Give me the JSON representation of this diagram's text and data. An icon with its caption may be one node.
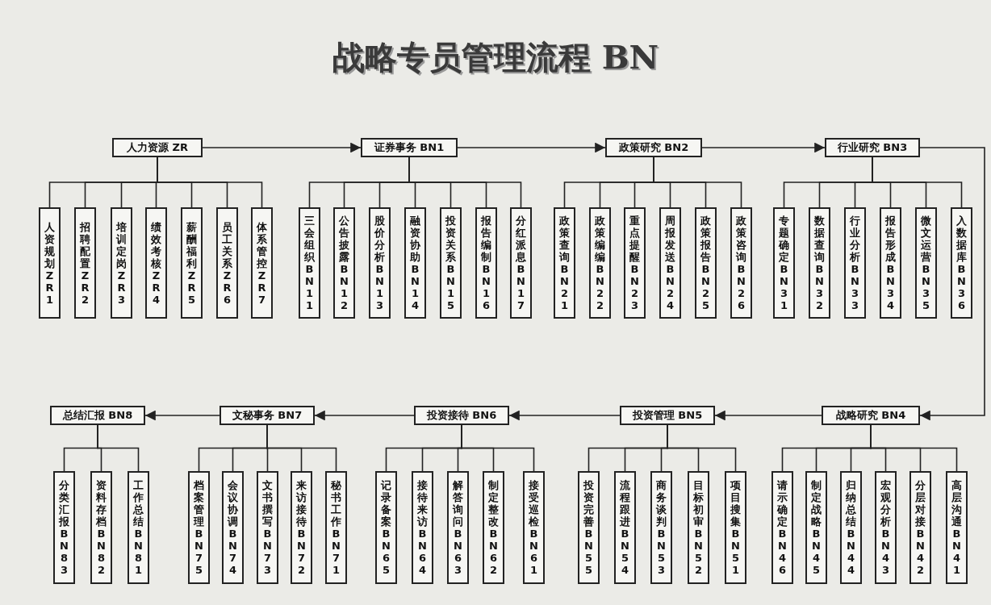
{
  "diagram": {
    "title": "战略专员管理流程 BN",
    "nodes": [
      {
        "text": [
          "人力资源 ZR"
        ]
      },
      {
        "text": [
          "证券事务 BN1"
        ]
      },
      {
        "text": [
          "政策研究 BN2"
        ]
      },
      {
        "text": [
          "行业研究 BN3"
        ]
      },
      {
        "text": [
          "人资规划 ZR1"
        ]
      },
      {
        "text": [
          "招聘配置 ZR2"
        ]
      },
      {
        "text": [
          "培训定岗 ZR3"
        ]
      },
      {
        "text": [
          "绩效考核 ZR4"
        ]
      },
      {
        "text": [
          "薪酬福利 ZR5"
        ]
      },
      {
        "text": [
          "员工关系 ZR6"
        ]
      },
      {
        "text": [
          "体系管控 ZR7"
        ]
      },
      {
        "text": [
          "三会组织 BN11"
        ]
      },
      {
        "text": [
          "公告披露 BN12"
        ]
      },
      {
        "text": [
          "股价分析 BN13"
        ]
      },
      {
        "text": [
          "融资协助 BN14"
        ]
      },
      {
        "text": [
          "投资关系 BN15"
        ]
      },
      {
        "text": [
          "报告编制 BN16"
        ]
      },
      {
        "text": [
          "分红派息 BN17"
        ]
      },
      {
        "text": [
          "政策查询 BN21"
        ]
      },
      {
        "text": [
          "政策编编 BN22"
        ]
      },
      {
        "text": [
          "重点提醒 BN23"
        ]
      },
      {
        "text": [
          "周报发送 BN24"
        ]
      },
      {
        "text": [
          "政策报告 BN25"
        ]
      },
      {
        "text": [
          "政策咨询 BN26"
        ]
      },
      {
        "text": [
          "专题确定 BN31"
        ]
      },
      {
        "text": [
          "数据查询 BN32"
        ]
      },
      {
        "text": [
          "行业分析 BN33"
        ]
      },
      {
        "text": [
          "报告形成 BN34"
        ]
      },
      {
        "text": [
          "微文运营 BN35"
        ]
      },
      {
        "text": [
          "入数据库 BN36"
        ]
      },
      {
        "text": [
          "总结汇报 BN8"
        ]
      },
      {
        "text": [
          "文秘事务 BN7"
        ]
      },
      {
        "text": [
          "投资接待 BN6"
        ]
      },
      {
        "text": [
          "投资管理 BN5"
        ]
      },
      {
        "text": [
          "战略研究 BN4"
        ]
      },
      {
        "text": [
          "分类汇报 BN83"
        ]
      },
      {
        "text": [
          "资料存档 BN82"
        ]
      },
      {
        "text": [
          "工作总结 BN81"
        ]
      },
      {
        "text": [
          "档案管理 BN75"
        ]
      },
      {
        "text": [
          "会议协调 BN74"
        ]
      },
      {
        "text": [
          "文书撰写 BN73"
        ]
      },
      {
        "text": [
          "来访接待 BN72"
        ]
      },
      {
        "text": [
          "秘书工作 BN71"
        ]
      },
      {
        "text": [
          "记录备案 BN65"
        ]
      },
      {
        "text": [
          "接待来访 BN64"
        ]
      },
      {
        "text": [
          "解答询问 BN63"
        ]
      },
      {
        "text": [
          "制定整改 BN62"
        ]
      },
      {
        "text": [
          "接受巡检 BN61"
        ]
      },
      {
        "text": [
          "投资完善 BN55"
        ]
      },
      {
        "text": [
          "流程跟进 BN54"
        ]
      },
      {
        "text": [
          "商务谈判 BN53"
        ]
      },
      {
        "text": [
          "目标初审 BN52"
        ]
      },
      {
        "text": [
          "项目搜集 BN51"
        ]
      },
      {
        "text": [
          "请示确定 BN46"
        ]
      },
      {
        "text": [
          "制定战略 BN45"
        ]
      },
      {
        "text": [
          "归纳总结 BN44"
        ]
      },
      {
        "text": [
          "宏观分析 BN43"
        ]
      },
      {
        "text": [
          "分层对接 BN42"
        ]
      },
      {
        "text": [
          "高层沟通 BN41"
        ]
      }
    ],
    "edges": [
      {
        "from": 0,
        "to": 1,
        "arrow": "to"
      },
      {
        "from": 1,
        "to": 2,
        "arrow": "to"
      },
      {
        "from": 2,
        "to": 3,
        "arrow": "to"
      },
      {
        "from": 3,
        "to": 34,
        "arrow": "to"
      },
      {
        "from": 34,
        "to": 33,
        "arrow": "to"
      },
      {
        "from": 33,
        "to": 32,
        "arrow": "to"
      },
      {
        "from": 32,
        "to": 31,
        "arrow": "to"
      },
      {
        "from": 31,
        "to": 30,
        "arrow": "to"
      },
      {
        "from": 0,
        "to": 4,
        "arrow": "none"
      },
      {
        "from": 0,
        "to": 5,
        "arrow": "none"
      },
      {
        "from": 0,
        "to": 6,
        "arrow": "none"
      },
      {
        "from": 0,
        "to": 7,
        "arrow": "none"
      },
      {
        "from": 0,
        "to": 8,
        "arrow": "none"
      },
      {
        "from": 0,
        "to": 9,
        "arrow": "none"
      },
      {
        "from": 0,
        "to": 10,
        "arrow": "none"
      },
      {
        "from": 1,
        "to": 11,
        "arrow": "none"
      },
      {
        "from": 1,
        "to": 12,
        "arrow": "none"
      },
      {
        "from": 1,
        "to": 13,
        "arrow": "none"
      },
      {
        "from": 1,
        "to": 14,
        "arrow": "none"
      },
      {
        "from": 1,
        "to": 15,
        "arrow": "none"
      },
      {
        "from": 1,
        "to": 16,
        "arrow": "none"
      },
      {
        "from": 1,
        "to": 17,
        "arrow": "none"
      },
      {
        "from": 2,
        "to": 18,
        "arrow": "none"
      },
      {
        "from": 2,
        "to": 19,
        "arrow": "none"
      },
      {
        "from": 2,
        "to": 20,
        "arrow": "none"
      },
      {
        "from": 2,
        "to": 21,
        "arrow": "none"
      },
      {
        "from": 2,
        "to": 22,
        "arrow": "none"
      },
      {
        "from": 2,
        "to": 23,
        "arrow": "none"
      },
      {
        "from": 3,
        "to": 24,
        "arrow": "none"
      },
      {
        "from": 3,
        "to": 25,
        "arrow": "none"
      },
      {
        "from": 3,
        "to": 26,
        "arrow": "none"
      },
      {
        "from": 3,
        "to": 27,
        "arrow": "none"
      },
      {
        "from": 3,
        "to": 28,
        "arrow": "none"
      },
      {
        "from": 3,
        "to": 29,
        "arrow": "none"
      },
      {
        "from": 30,
        "to": 35,
        "arrow": "none"
      },
      {
        "from": 30,
        "to": 36,
        "arrow": "none"
      },
      {
        "from": 30,
        "to": 37,
        "arrow": "none"
      },
      {
        "from": 31,
        "to": 38,
        "arrow": "none"
      },
      {
        "from": 31,
        "to": 39,
        "arrow": "none"
      },
      {
        "from": 31,
        "to": 40,
        "arrow": "none"
      },
      {
        "from": 31,
        "to": 41,
        "arrow": "none"
      },
      {
        "from": 31,
        "to": 42,
        "arrow": "none"
      },
      {
        "from": 32,
        "to": 43,
        "arrow": "none"
      },
      {
        "from": 32,
        "to": 44,
        "arrow": "none"
      },
      {
        "from": 32,
        "to": 45,
        "arrow": "none"
      },
      {
        "from": 32,
        "to": 46,
        "arrow": "none"
      },
      {
        "from": 32,
        "to": 47,
        "arrow": "none"
      },
      {
        "from": 33,
        "to": 48,
        "arrow": "none"
      },
      {
        "from": 33,
        "to": 49,
        "arrow": "none"
      },
      {
        "from": 33,
        "to": 50,
        "arrow": "none"
      },
      {
        "from": 33,
        "to": 51,
        "arrow": "none"
      },
      {
        "from": 33,
        "to": 52,
        "arrow": "none"
      },
      {
        "from": 34,
        "to": 53,
        "arrow": "none"
      },
      {
        "from": 34,
        "to": 54,
        "arrow": "none"
      },
      {
        "from": 34,
        "to": 55,
        "arrow": "none"
      },
      {
        "from": 34,
        "to": 56,
        "arrow": "none"
      },
      {
        "from": 34,
        "to": 57,
        "arrow": "none"
      },
      {
        "from": 34,
        "to": 58,
        "arrow": "none"
      }
    ]
  }
}
